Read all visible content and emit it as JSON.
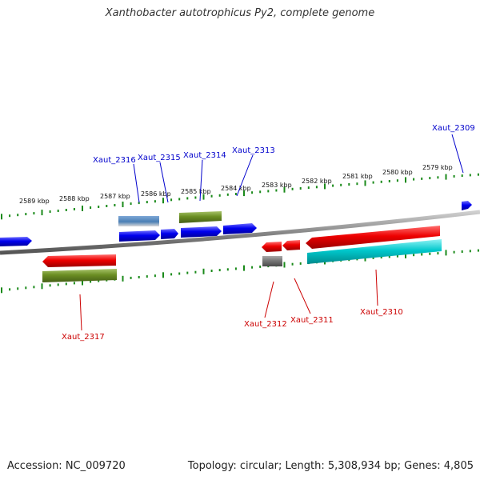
{
  "title": "Xanthobacter autotrophicus Py2, complete genome",
  "footer": {
    "accession": "Accession: NC_009720",
    "summary": "Topology: circular; Length: 5,308,934 bp; Genes: 4,805"
  },
  "scale_labels": [
    "2589 kbp",
    "2588 kbp",
    "2587 kbp",
    "2586 kbp",
    "2585 kbp",
    "2584 kbp",
    "2583 kbp",
    "2582 kbp",
    "2581 kbp",
    "2580 kbp",
    "2579 kbp"
  ],
  "colors": {
    "forward_strand_label": "#0000cc",
    "reverse_strand_label": "#cc0000",
    "cds_forward": "#0000ee",
    "cds_reverse": "#ee0000",
    "rna_olive": "#6b8e23",
    "rna_teal": "#00c8cc",
    "steel_blue": "#4a7fb5",
    "gray_feature": "#777777",
    "backbone": "#888888",
    "tick": "#1a8a1a"
  },
  "genes": [
    {
      "name": "Xaut_2309",
      "strand": "forward"
    },
    {
      "name": "Xaut_2313",
      "strand": "forward"
    },
    {
      "name": "Xaut_2314",
      "strand": "forward"
    },
    {
      "name": "Xaut_2315",
      "strand": "forward"
    },
    {
      "name": "Xaut_2316",
      "strand": "forward"
    },
    {
      "name": "Xaut_2310",
      "strand": "reverse"
    },
    {
      "name": "Xaut_2311",
      "strand": "reverse"
    },
    {
      "name": "Xaut_2312",
      "strand": "reverse"
    },
    {
      "name": "Xaut_2317",
      "strand": "reverse"
    }
  ]
}
